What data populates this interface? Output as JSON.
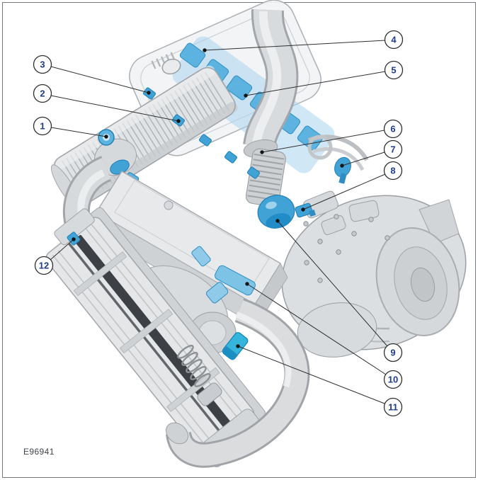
{
  "figure": {
    "id_label": "E96941",
    "callouts": [
      {
        "label": "1"
      },
      {
        "label": "2"
      },
      {
        "label": "3"
      },
      {
        "label": "4"
      },
      {
        "label": "5"
      },
      {
        "label": "6"
      },
      {
        "label": "7"
      },
      {
        "label": "8"
      },
      {
        "label": "9"
      },
      {
        "label": "10"
      },
      {
        "label": "11"
      },
      {
        "label": "12"
      }
    ],
    "colors": {
      "highlight_blue": "#41a2d6",
      "highlight_blue_light": "#8fcbe8",
      "highlight_teal": "#35b5dc",
      "callout_number": "#1e3c8c",
      "leader_line": "#2d2f31",
      "body_gray": "#dcdfe1"
    }
  }
}
